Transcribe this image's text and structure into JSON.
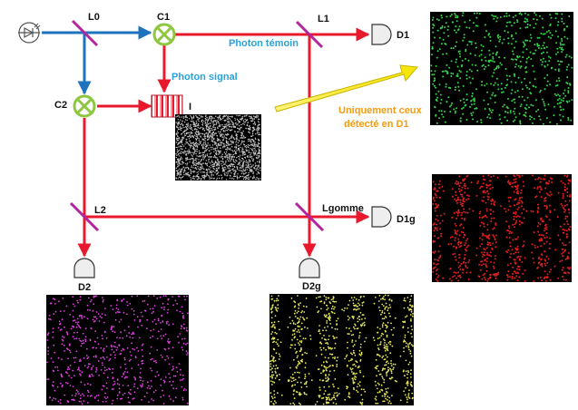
{
  "labels": {
    "l0": "L0",
    "c1": "C1",
    "l1": "L1",
    "d1": "D1",
    "c2": "C2",
    "i": "I",
    "l2": "L2",
    "lgomme": "Lgomme",
    "d1g": "D1g",
    "d2": "D2",
    "d2g": "D2g"
  },
  "annotations": {
    "photon_temoin": "Photon témoin",
    "photon_signal": "Photon signal",
    "uniquement_line1": "Uniquement ceux",
    "uniquement_line2": "détecté en D1"
  },
  "colors": {
    "red_beam": "#e8192c",
    "blue_beam": "#1e73be",
    "splitter": "#b3259e",
    "crystal": "#8dc63f",
    "label_blue": "#29a3dc",
    "label_orange": "#f39c12",
    "arrow_yellow": "#f5e400",
    "detector_fill": "#eeeeee",
    "panel_bg": "#000000",
    "dots_green": "#36d14a",
    "dots_red": "#e01e1e",
    "dots_magenta": "#e040e0",
    "dots_yellow": "#e8e85a",
    "dots_grey": "#c8c8c8"
  },
  "panels": {
    "d1_panel": {
      "pattern": "uniform",
      "dot_color": "dots_green"
    },
    "d1g_panel": {
      "pattern": "fringes",
      "dot_color": "dots_red"
    },
    "i_panel": {
      "pattern": "uniform",
      "dot_color": "dots_grey"
    },
    "d2_panel": {
      "pattern": "uniform",
      "dot_color": "dots_magenta"
    },
    "d2g_panel": {
      "pattern": "fringes",
      "dot_color": "dots_yellow"
    }
  }
}
